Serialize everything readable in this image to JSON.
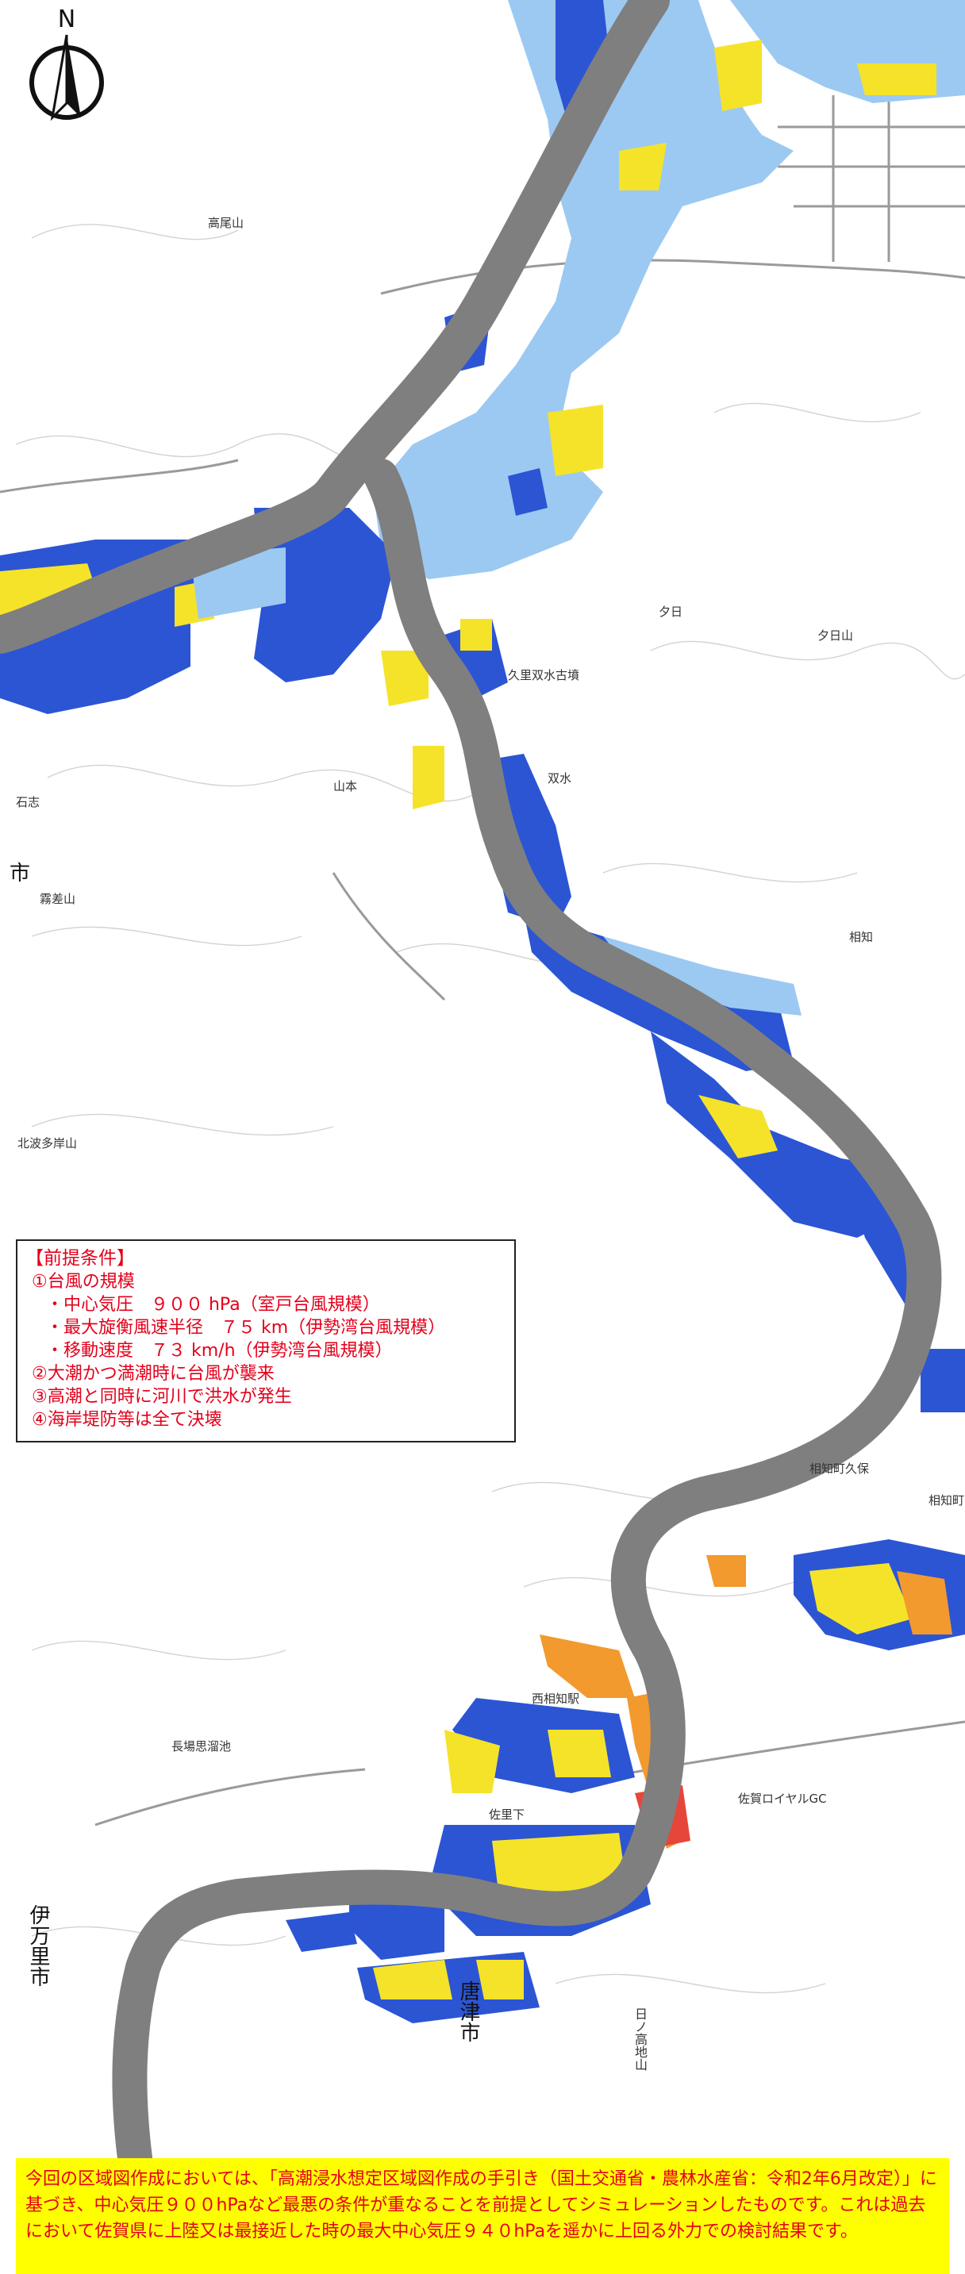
{
  "map": {
    "north_label": "N",
    "places": {
      "takao_yama": "高尾山",
      "yuhi_yama": "夕日山",
      "shi": "市",
      "kirigaoka_yama": "霧差山",
      "imari_shi": "伊万里市",
      "karatsu_shi": "唐津市",
      "hinokakuyama": "日ノ高地山",
      "sousui": "双水",
      "yuhi": "夕日",
      "kumenosumi": "久里双水古墳",
      "ochi": "相知",
      "ochi_kubo": "相知町久保",
      "saga_royal_gc": "佐賀ロイヤルGC",
      "nishi_ochi_eki": "西相知駅",
      "sagayoshi": "佐里下",
      "nagahata": "長場思溜池",
      "yamamoto": "山本",
      "kitahata_yama": "北波多岸山",
      "ishishi": "石志",
      "ochi_nishi": "相知町"
    },
    "colors": {
      "river": "#7f7f7f",
      "flood_light": "#9cc9f2",
      "flood_blue": "#2c55d4",
      "flood_yellow": "#f5e32a",
      "flood_orange": "#f29a2e",
      "flood_red": "#e6463a",
      "label_red": "#e3001b",
      "notice_bg": "#ffff00"
    }
  },
  "conditions": {
    "title": "【前提条件】",
    "items": [
      {
        "text": "①台風の規模",
        "level": "main"
      },
      {
        "text": "・中心気圧　９００ hPa（室戸台風規模）",
        "level": "sub"
      },
      {
        "text": "・最大旋衡風速半径　７５ km（伊勢湾台風規模）",
        "level": "sub"
      },
      {
        "text": "・移動速度　７３ km/h（伊勢湾台風規模）",
        "level": "sub"
      },
      {
        "text": "②大潮かつ満潮時に台風が襲来",
        "level": "main"
      },
      {
        "text": "③高潮と同時に河川で洪水が発生",
        "level": "main"
      },
      {
        "text": "④海岸堤防等は全て決壊",
        "level": "main"
      }
    ]
  },
  "notice": {
    "text": "今回の区域図作成においては、「高潮浸水想定区域図作成の手引き（国土交通省・農林水産省：令和2年6月改定）」に基づき、中心気圧９００hPaなど最悪の条件が重なることを前提としてシミュレーションしたものです。これは過去において佐賀県に上陸又は最接近した時の最大中心気圧９４０hPaを遥かに上回る外力での検討結果です。"
  }
}
